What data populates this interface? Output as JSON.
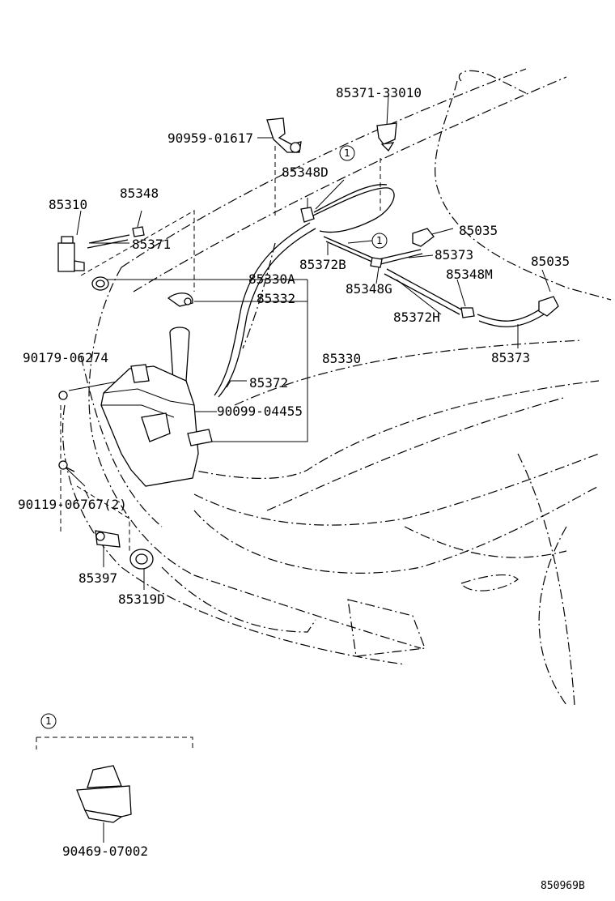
{
  "labels": {
    "p85371_33010": "85371-33010",
    "p90959_01617": "90959-01617",
    "p85348D": "85348D",
    "p85310": "85310",
    "p85348": "85348",
    "p85371": "85371",
    "p85035_a": "85035",
    "p85373_a": "85373",
    "p85035_b": "85035",
    "p85372B": "85372B",
    "p85330A": "85330A",
    "p85348G": "85348G",
    "p85348M": "85348M",
    "p85332": "85332",
    "p85372H": "85372H",
    "p85330": "85330",
    "p85373_b": "85373",
    "p90179_06274": "90179-06274",
    "p85372": "85372",
    "p90099_04455": "90099-04455",
    "p90119_06767": "90119-06767(2)",
    "p85397": "85397",
    "p85319D": "85319D",
    "p90469_07002": "90469-07002",
    "figure_code": "850969B"
  },
  "callouts": {
    "ref1_a": "1",
    "ref1_b": "1",
    "ref1_inset": "1"
  }
}
